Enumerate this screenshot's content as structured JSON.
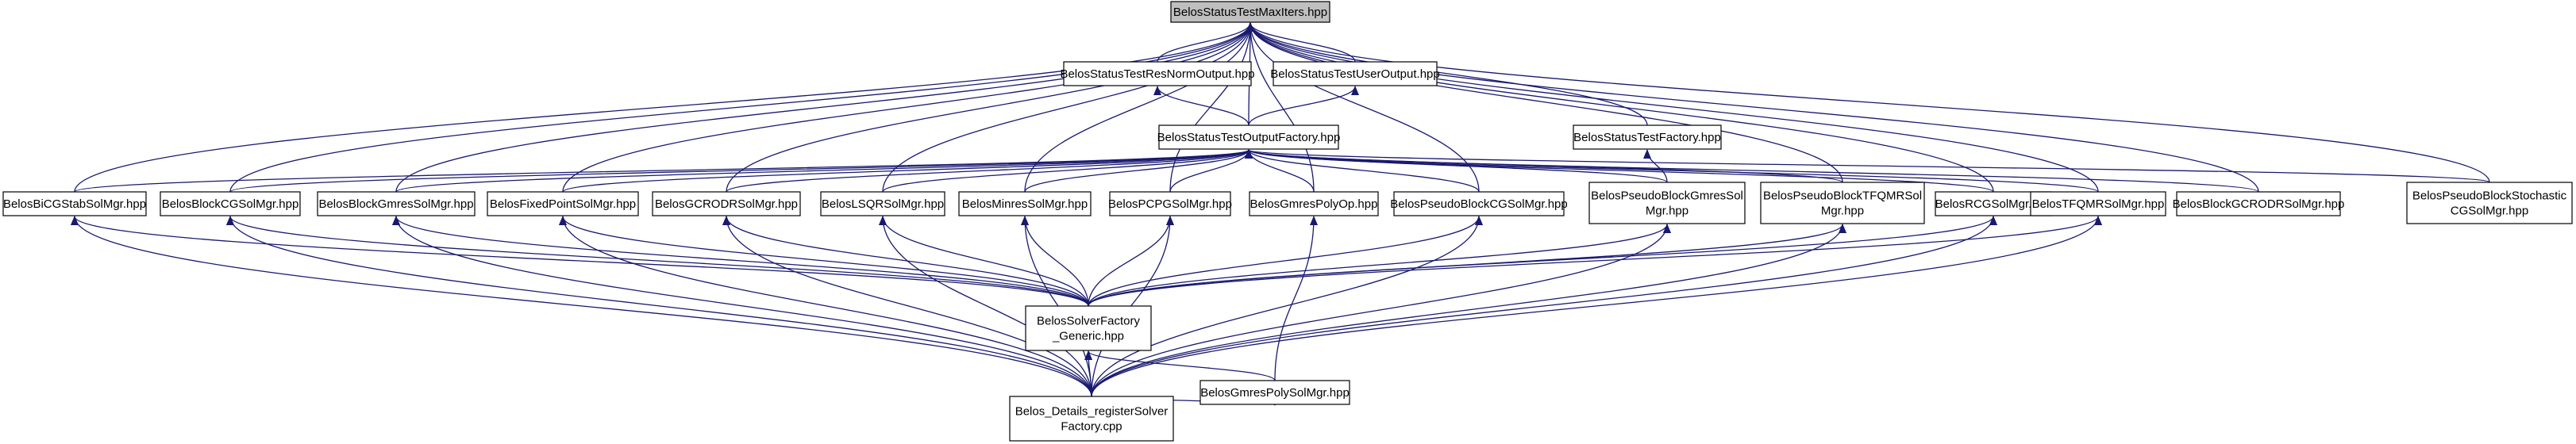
{
  "colors": {
    "edge": "#191970",
    "node_fill": "#ffffff",
    "root_fill": "#bfbfbf",
    "border": "#000000"
  },
  "nodes": [
    {
      "id": "root",
      "lines": [
        "BelosStatusTestMaxIters.hpp"
      ],
      "highlight": true
    },
    {
      "id": "resnorm",
      "lines": [
        "BelosStatusTestResNormOutput.hpp"
      ]
    },
    {
      "id": "userout",
      "lines": [
        "BelosStatusTestUserOutput.hpp"
      ]
    },
    {
      "id": "outfact",
      "lines": [
        "BelosStatusTestOutputFactory.hpp"
      ]
    },
    {
      "id": "stfact",
      "lines": [
        "BelosStatusTestFactory.hpp"
      ]
    },
    {
      "id": "bicg",
      "lines": [
        "BelosBiCGStabSolMgr.hpp"
      ]
    },
    {
      "id": "bcg",
      "lines": [
        "BelosBlockCGSolMgr.hpp"
      ]
    },
    {
      "id": "bgm",
      "lines": [
        "BelosBlockGmresSolMgr.hpp"
      ]
    },
    {
      "id": "fp",
      "lines": [
        "BelosFixedPointSolMgr.hpp"
      ]
    },
    {
      "id": "gcrodr",
      "lines": [
        "BelosGCRODRSolMgr.hpp"
      ]
    },
    {
      "id": "lsqr",
      "lines": [
        "BelosLSQRSolMgr.hpp"
      ]
    },
    {
      "id": "minres",
      "lines": [
        "BelosMinresSolMgr.hpp"
      ]
    },
    {
      "id": "pcpg",
      "lines": [
        "BelosPCPGSolMgr.hpp"
      ]
    },
    {
      "id": "gpop",
      "lines": [
        "BelosGmresPolyOp.hpp"
      ]
    },
    {
      "id": "pbcg",
      "lines": [
        "BelosPseudoBlockCGSolMgr.hpp"
      ]
    },
    {
      "id": "pbgm",
      "lines": [
        "BelosPseudoBlockGmresSol",
        "Mgr.hpp"
      ]
    },
    {
      "id": "pbtfqmr",
      "lines": [
        "BelosPseudoBlockTFQMRSol",
        "Mgr.hpp"
      ]
    },
    {
      "id": "rcg",
      "lines": [
        "BelosRCGSolMgr.hpp"
      ]
    },
    {
      "id": "tfqmr",
      "lines": [
        "BelosTFQMRSolMgr.hpp"
      ]
    },
    {
      "id": "bgcrodr",
      "lines": [
        "BelosBlockGCRODRSolMgr.hpp"
      ]
    },
    {
      "id": "pbsto",
      "lines": [
        "BelosPseudoBlockStochastic",
        "CGSolMgr.hpp"
      ]
    },
    {
      "id": "sfg",
      "lines": [
        "BelosSolverFactory",
        "_Generic.hpp"
      ]
    },
    {
      "id": "gpsm",
      "lines": [
        "BelosGmresPolySolMgr.hpp"
      ]
    },
    {
      "id": "reg",
      "lines": [
        "Belos_Details_registerSolver",
        "Factory.cpp"
      ]
    }
  ],
  "edges": [
    [
      "root",
      "resnorm"
    ],
    [
      "root",
      "userout"
    ],
    [
      "root",
      "outfact"
    ],
    [
      "root",
      "stfact"
    ],
    [
      "root",
      "bicg"
    ],
    [
      "root",
      "bcg"
    ],
    [
      "root",
      "bgm"
    ],
    [
      "root",
      "fp"
    ],
    [
      "root",
      "gcrodr"
    ],
    [
      "root",
      "lsqr"
    ],
    [
      "root",
      "minres"
    ],
    [
      "root",
      "pcpg"
    ],
    [
      "root",
      "gpop"
    ],
    [
      "root",
      "pbcg"
    ],
    [
      "root",
      "pbtfqmr"
    ],
    [
      "root",
      "rcg"
    ],
    [
      "root",
      "tfqmr"
    ],
    [
      "root",
      "bgcrodr"
    ],
    [
      "root",
      "pbsto"
    ],
    [
      "resnorm",
      "outfact"
    ],
    [
      "userout",
      "outfact"
    ],
    [
      "outfact",
      "bicg"
    ],
    [
      "outfact",
      "bcg"
    ],
    [
      "outfact",
      "bgm"
    ],
    [
      "outfact",
      "fp"
    ],
    [
      "outfact",
      "gcrodr"
    ],
    [
      "outfact",
      "lsqr"
    ],
    [
      "outfact",
      "minres"
    ],
    [
      "outfact",
      "pcpg"
    ],
    [
      "outfact",
      "gpop"
    ],
    [
      "outfact",
      "pbcg"
    ],
    [
      "outfact",
      "pbgm"
    ],
    [
      "outfact",
      "pbtfqmr"
    ],
    [
      "outfact",
      "rcg"
    ],
    [
      "outfact",
      "tfqmr"
    ],
    [
      "outfact",
      "bgcrodr"
    ],
    [
      "outfact",
      "pbsto"
    ],
    [
      "stfact",
      "pbgm"
    ],
    [
      "bicg",
      "sfg"
    ],
    [
      "bcg",
      "sfg"
    ],
    [
      "bgm",
      "sfg"
    ],
    [
      "fp",
      "sfg"
    ],
    [
      "gcrodr",
      "sfg"
    ],
    [
      "lsqr",
      "sfg"
    ],
    [
      "minres",
      "sfg"
    ],
    [
      "pcpg",
      "sfg"
    ],
    [
      "pbcg",
      "sfg"
    ],
    [
      "pbgm",
      "sfg"
    ],
    [
      "pbtfqmr",
      "sfg"
    ],
    [
      "rcg",
      "sfg"
    ],
    [
      "tfqmr",
      "sfg"
    ],
    [
      "bicg",
      "reg"
    ],
    [
      "bcg",
      "reg"
    ],
    [
      "bgm",
      "reg"
    ],
    [
      "fp",
      "reg"
    ],
    [
      "gcrodr",
      "reg"
    ],
    [
      "lsqr",
      "reg"
    ],
    [
      "minres",
      "reg"
    ],
    [
      "pcpg",
      "reg"
    ],
    [
      "pbcg",
      "reg"
    ],
    [
      "pbgm",
      "reg"
    ],
    [
      "pbtfqmr",
      "reg"
    ],
    [
      "rcg",
      "reg"
    ],
    [
      "tfqmr",
      "reg"
    ],
    [
      "sfg",
      "gpsm"
    ],
    [
      "gpop",
      "gpsm"
    ],
    [
      "sfg",
      "reg"
    ],
    [
      "gpsm",
      "reg"
    ]
  ]
}
